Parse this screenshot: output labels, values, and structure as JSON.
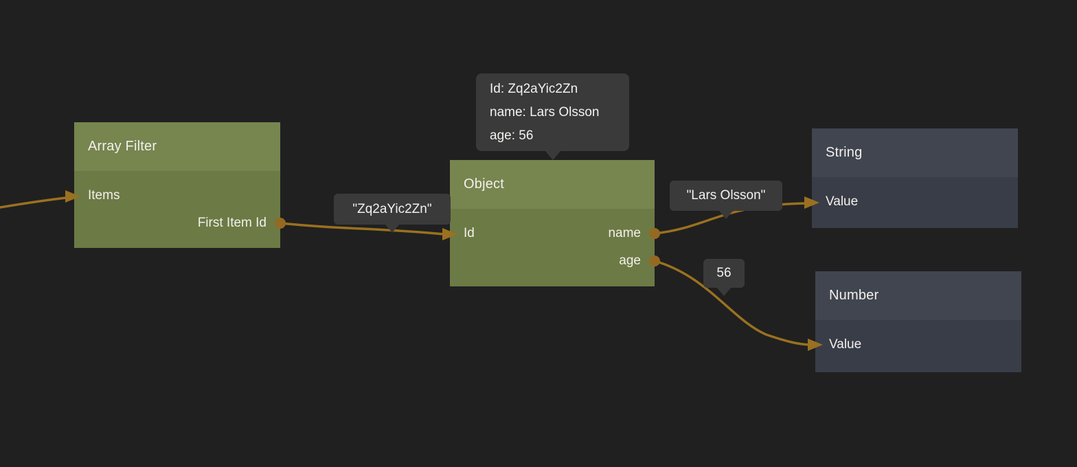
{
  "colors": {
    "canvas_background": "#202020",
    "wire": "#9a7120",
    "green_node_header": "#77854f",
    "green_node_body": "#6c7a45",
    "dark_node_header": "#40454f",
    "dark_node_body": "#393d48",
    "tooltip_background": "#3a3a3a",
    "text": "#f2f0ec"
  },
  "nodes": [
    {
      "id": "array-filter",
      "title": "Array Filter",
      "style": "green",
      "inputs": [
        {
          "label": "Items"
        }
      ],
      "outputs": [
        {
          "label": "First Item Id"
        }
      ]
    },
    {
      "id": "object",
      "title": "Object",
      "style": "green",
      "inputs": [
        {
          "label": "Id"
        }
      ],
      "outputs": [
        {
          "label": "name"
        },
        {
          "label": "age"
        }
      ],
      "tooltip": {
        "lines": [
          "Id: Zq2aYic2Zn",
          "name: Lars Olsson",
          "age: 56"
        ]
      }
    },
    {
      "id": "string",
      "title": "String",
      "style": "dark",
      "inputs": [
        {
          "label": "Value"
        }
      ],
      "outputs": []
    },
    {
      "id": "number",
      "title": "Number",
      "style": "dark",
      "inputs": [
        {
          "label": "Value"
        }
      ],
      "outputs": []
    }
  ],
  "edges": [
    {
      "from": "offscreen-left",
      "to": "array-filter.items",
      "value_label": ""
    },
    {
      "from": "array-filter.first-item-id",
      "to": "object.id",
      "value_label": "\"Zq2aYic2Zn\""
    },
    {
      "from": "object.name",
      "to": "string.value",
      "value_label": "\"Lars Olsson\""
    },
    {
      "from": "object.age",
      "to": "number.value",
      "value_label": "56"
    }
  ]
}
